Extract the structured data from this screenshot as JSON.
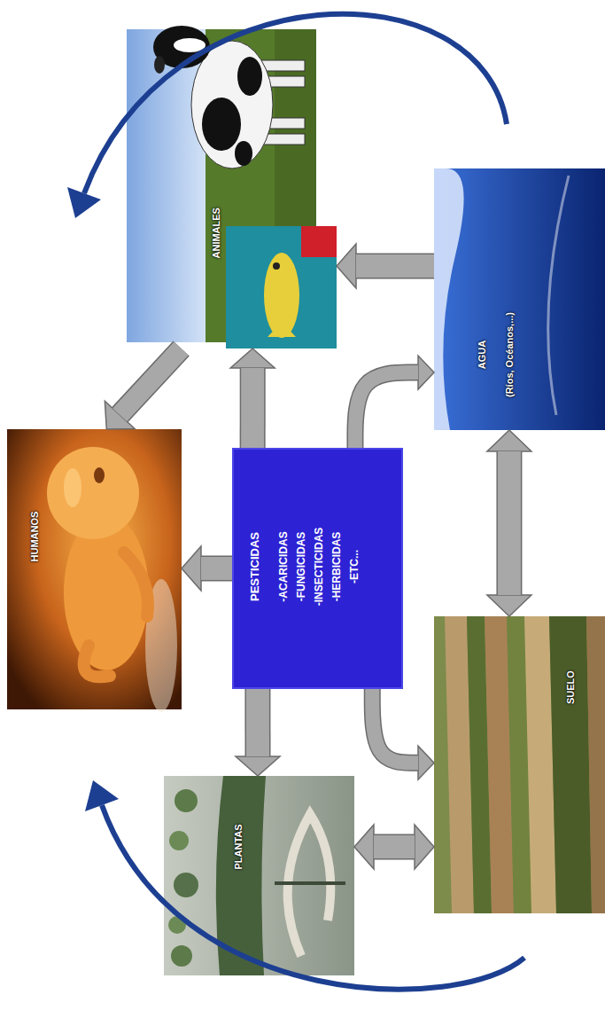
{
  "diagram": {
    "nodes": [
      {
        "text": [
          "HUMANOS"
        ]
      },
      {
        "text": [
          "PLANTAS"
        ]
      },
      {
        "text": [
          "PESTICIDAS",
          "-ACARICIDAS",
          "-FUNGICIDAS",
          "-INSECTICIDAS",
          "-HERBICIDAS",
          "-ETC..."
        ]
      },
      {
        "text": [
          "ANIMALES"
        ]
      },
      {
        "text": [
          "SUELO"
        ]
      },
      {
        "text": [
          "AGUA",
          "(Ríos, Océanos,...)"
        ]
      }
    ],
    "edges": [
      {
        "from": 2,
        "to": 0,
        "arrow": "to"
      },
      {
        "from": 2,
        "to": 1,
        "arrow": "to"
      },
      {
        "from": 2,
        "to": 3,
        "arrow": "to"
      },
      {
        "from": 2,
        "to": 5,
        "arrow": "to"
      },
      {
        "from": 2,
        "to": 4,
        "arrow": "to"
      },
      {
        "from": 5,
        "to": 3,
        "arrow": "to"
      },
      {
        "from": 3,
        "to": 0,
        "arrow": "to"
      },
      {
        "from": 5,
        "to": 4,
        "arrow": "both"
      },
      {
        "from": 4,
        "to": 1,
        "arrow": "both"
      }
    ]
  }
}
